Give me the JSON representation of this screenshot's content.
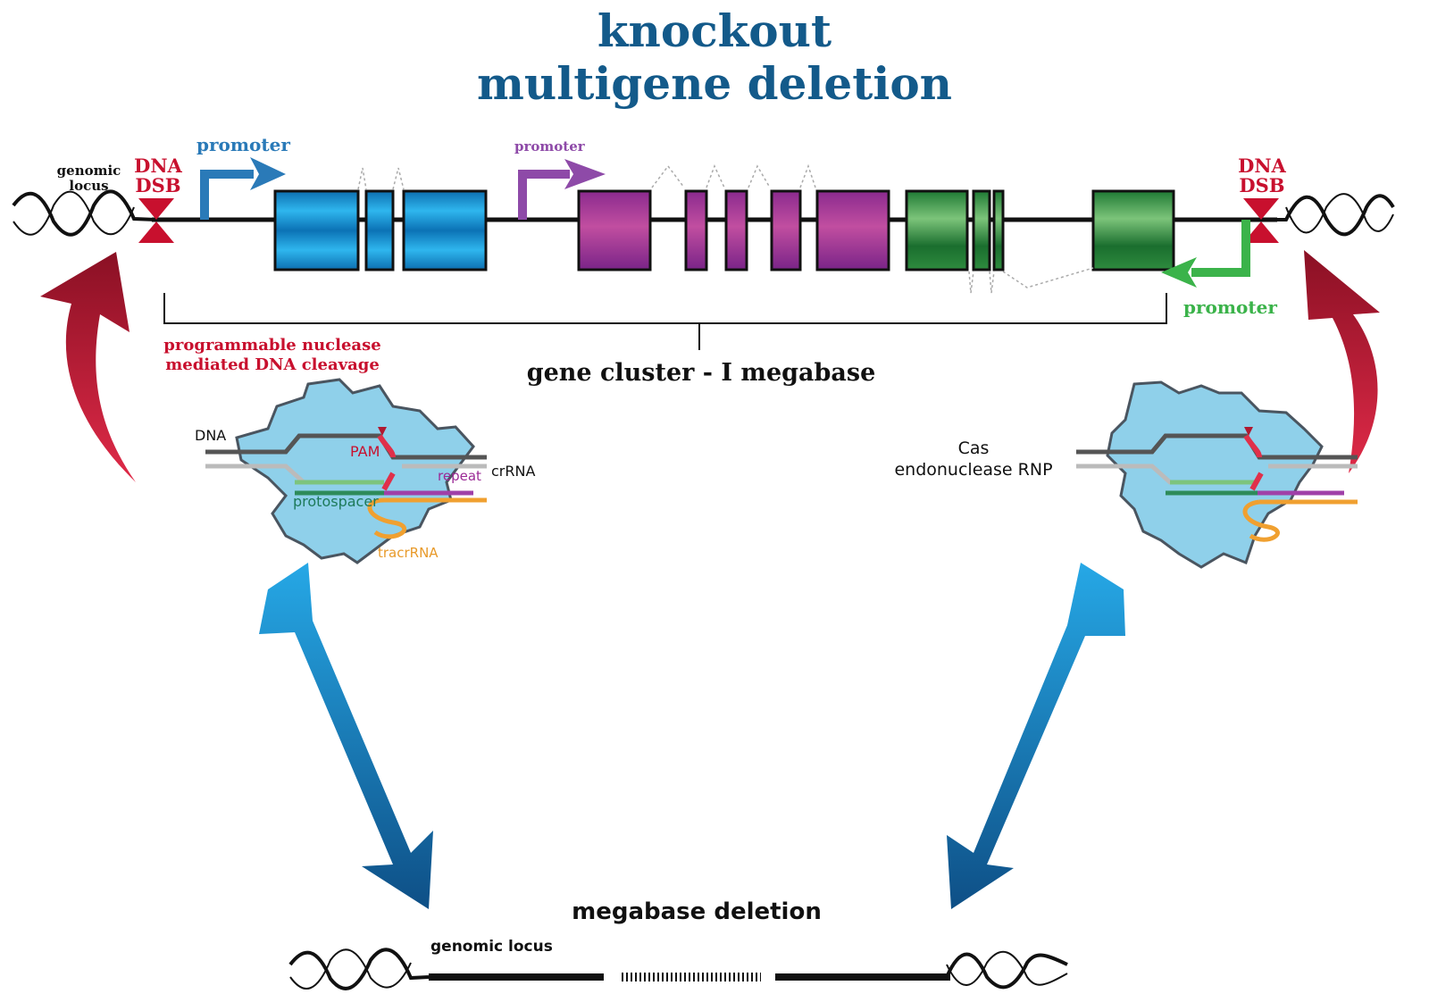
{
  "title": {
    "line1": "knockout",
    "line2": "multigene deletion"
  },
  "locus_top": {
    "genomic_locus_label_line1": "genomic",
    "genomic_locus_label_line2": "locus",
    "dsb_left_line1": "DNA",
    "dsb_left_line2": "DSB",
    "dsb_right_line1": "DNA",
    "dsb_right_line2": "DSB",
    "promoter_blue": "promoter",
    "promoter_purple": "promoter",
    "promoter_green": "promoter",
    "gene_cluster_label": "gene cluster - I megabase"
  },
  "cleavage_label": {
    "line1": "programmable nuclease",
    "line2": "mediated DNA cleavage"
  },
  "rnp_left": {
    "dna": "DNA",
    "pam": "PAM",
    "repeat": "repeat",
    "crrna": "crRNA",
    "protospacer": "protospacer",
    "tracrrna": "tracrRNA"
  },
  "rnp_right": {
    "label_line1": "Cas",
    "label_line2": "endonuclease RNP"
  },
  "result": {
    "title": "megabase deletion",
    "genomic_locus": "genomic locus"
  },
  "colors": {
    "title": "#135a8a",
    "dsb_red": "#c8102e",
    "blue_gene": "#1a9ad6",
    "purple_gene": "#9b2a96",
    "green_gene": "#2e8b3e",
    "promoter_blue": "#2a7ab8",
    "promoter_purple": "#8e4aa8",
    "promoter_green": "#3bb34a",
    "protein": "#8fd0ea",
    "arrow_blue": "#1a8fd0",
    "arrow_red": "#b01830"
  }
}
